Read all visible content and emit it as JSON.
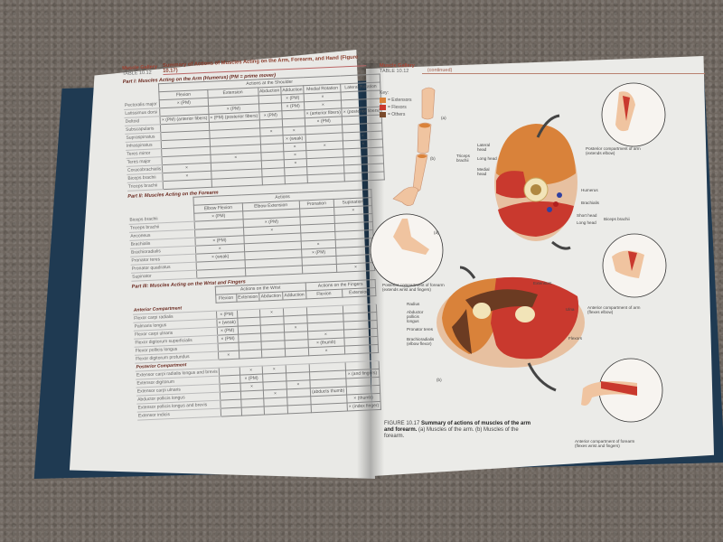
{
  "left_page": {
    "gallery_label": "Muscle Gallery",
    "table_label": "TABLE 10.12",
    "title": "Summary of Actions of Muscles Acting on the Arm, Forearm, and Hand (Figure 10.17)",
    "part1": {
      "group_header": "Actions at the Shoulder",
      "label": "Part I: Muscles Acting on the Arm (Humerus) (PM = prime mover)",
      "columns": [
        "Flexion",
        "Extension",
        "Abduction",
        "Adduction",
        "Medial Rotation",
        "Lateral Rotation"
      ],
      "rows": [
        {
          "name": "Pectoralis major",
          "cells": [
            "× (PM)",
            "",
            "",
            "× (PM)",
            "×",
            ""
          ]
        },
        {
          "name": "Latissimus dorsi",
          "cells": [
            "",
            "× (PM)",
            "",
            "× (PM)",
            "×",
            ""
          ]
        },
        {
          "name": "Deltoid",
          "cells": [
            "× (PM) (anterior fibers)",
            "× (PM) (posterior fibers)",
            "× (PM)",
            "",
            "× (anterior fibers)",
            "× (posterior fibers)"
          ]
        },
        {
          "name": "Subscapularis",
          "cells": [
            "",
            "",
            "",
            "",
            "× (PM)",
            ""
          ]
        },
        {
          "name": "Supraspinatus",
          "cells": [
            "",
            "",
            "×",
            "×",
            "",
            ""
          ]
        },
        {
          "name": "Infraspinatus",
          "cells": [
            "",
            "",
            "",
            "× (weak)",
            "",
            "×"
          ]
        },
        {
          "name": "Teres minor",
          "cells": [
            "",
            "",
            "",
            "×",
            "×",
            "×"
          ]
        },
        {
          "name": "Teres major",
          "cells": [
            "",
            "×",
            "",
            "×",
            "",
            ""
          ]
        },
        {
          "name": "Coracobrachialis",
          "cells": [
            "×",
            "",
            "",
            "×",
            "",
            ""
          ]
        },
        {
          "name": "Biceps brachii",
          "cells": [
            "×",
            "",
            "",
            "",
            "",
            ""
          ]
        },
        {
          "name": "Triceps brachii",
          "cells": [
            "",
            "",
            "",
            "",
            "",
            ""
          ]
        }
      ]
    },
    "part2": {
      "group_header": "Actions",
      "label": "Part II: Muscles Acting on the Forearm",
      "columns": [
        "Elbow Flexion",
        "Elbow Extension",
        "Pronation",
        "Supination"
      ],
      "rows": [
        {
          "name": "Biceps brachii",
          "cells": [
            "× (PM)",
            "",
            "",
            "×"
          ]
        },
        {
          "name": "Triceps brachii",
          "cells": [
            "",
            "× (PM)",
            "",
            ""
          ]
        },
        {
          "name": "Anconeus",
          "cells": [
            "",
            "×",
            "",
            ""
          ]
        },
        {
          "name": "Brachialis",
          "cells": [
            "× (PM)",
            "",
            "",
            ""
          ]
        },
        {
          "name": "Brachioradialis",
          "cells": [
            "×",
            "",
            "×",
            ""
          ]
        },
        {
          "name": "Pronator teres",
          "cells": [
            "× (weak)",
            "",
            "× (PM)",
            ""
          ]
        },
        {
          "name": "Pronator quadratus",
          "cells": [
            "",
            "",
            "",
            ""
          ]
        },
        {
          "name": "Supinator",
          "cells": [
            "",
            "",
            "",
            "×"
          ]
        }
      ]
    },
    "part3": {
      "group_header_wrist": "Actions on the Wrist",
      "group_header_fingers": "Actions on the Fingers",
      "label": "Part III: Muscles Acting on the Wrist and Fingers",
      "columns": [
        "Flexion",
        "Extension",
        "Abduction",
        "Adduction",
        "Flexion",
        "Extension"
      ],
      "anterior_label": "Anterior Compartment",
      "posterior_label": "Posterior Compartment",
      "anterior_rows": [
        {
          "name": "Flexor carpi radialis",
          "cells": [
            "× (PM)",
            "",
            "×",
            "",
            "",
            ""
          ]
        },
        {
          "name": "Palmaris longus",
          "cells": [
            "× (weak)",
            "",
            "",
            "",
            "",
            ""
          ]
        },
        {
          "name": "Flexor carpi ulnaris",
          "cells": [
            "× (PM)",
            "",
            "",
            "×",
            "",
            ""
          ]
        },
        {
          "name": "Flexor digitorum superficialis",
          "cells": [
            "× (PM)",
            "",
            "",
            "",
            "×",
            ""
          ]
        },
        {
          "name": "Flexor pollicis longus",
          "cells": [
            "",
            "",
            "",
            "",
            "× (thumb)",
            ""
          ]
        },
        {
          "name": "Flexor digitorum profundus",
          "cells": [
            "×",
            "",
            "",
            "",
            "×",
            ""
          ]
        }
      ],
      "posterior_rows": [
        {
          "name": "Extensor carpi radialis longus and brevis",
          "cells": [
            "",
            "×",
            "×",
            "",
            "",
            ""
          ]
        },
        {
          "name": "Extensor digitorum",
          "cells": [
            "",
            "× (PM)",
            "",
            "",
            "",
            "× (and fingers)"
          ]
        },
        {
          "name": "Extensor carpi ulnaris",
          "cells": [
            "",
            "×",
            "",
            "×",
            "",
            ""
          ]
        },
        {
          "name": "Abductor pollicis longus",
          "cells": [
            "",
            "",
            "×",
            "",
            "(abducts thumb)",
            ""
          ]
        },
        {
          "name": "Extensor pollicis longus and brevis",
          "cells": [
            "",
            "",
            "",
            "",
            "",
            "× (thumb)"
          ]
        },
        {
          "name": "Extensor indicis",
          "cells": [
            "",
            "",
            "",
            "",
            "",
            "× (index finger)"
          ]
        }
      ]
    }
  },
  "right_page": {
    "gallery_label": "Muscle Gallery",
    "table_label": "TABLE 10.12",
    "continued": "(continued)",
    "key": {
      "title": "Key:",
      "items": [
        {
          "label": "= Extensors",
          "color": "#d9823a"
        },
        {
          "label": "= Flexors",
          "color": "#c9392e"
        },
        {
          "label": "= Others",
          "color": "#7a4a2c"
        }
      ]
    },
    "labels": {
      "a": "(a)",
      "b": "(b)",
      "a2": "(a)",
      "b2": "(b)",
      "triceps": "Triceps brachii",
      "lateral_head": "Lateral head",
      "long_head": "Long head",
      "medial_head": "Medial head",
      "humerus": "Humerus",
      "brachialis": "Brachialis",
      "short_head": "Short head",
      "long_head2": "Long head",
      "biceps": "Biceps brachii",
      "post_arm": "Posterior compartment of arm (extends elbow)",
      "ant_arm": "Anterior compartment of arm (flexes elbow)",
      "post_forearm": "Posterior compartment of forearm (extends wrist and fingers)",
      "ant_forearm": "Anterior compartment of forearm (flexes wrist and fingers)",
      "extensors": "Extensors",
      "radius": "Radius",
      "ulna": "Ulna",
      "apl": "Abductor pollicis longus",
      "pronator": "Pronator teres",
      "brachiorad": "Brachioradialis (elbow flexor)",
      "flexors": "Flexors"
    },
    "caption": {
      "number": "FIGURE 10.17",
      "bold": "Summary of actions of muscles of the arm and forearm.",
      "text": "(a) Muscles of the arm. (b) Muscles of the forearm."
    }
  },
  "colors": {
    "extensor": "#d9823a",
    "flexor": "#c9392e",
    "other": "#7a4a2c",
    "cover": "#1f3a52"
  }
}
